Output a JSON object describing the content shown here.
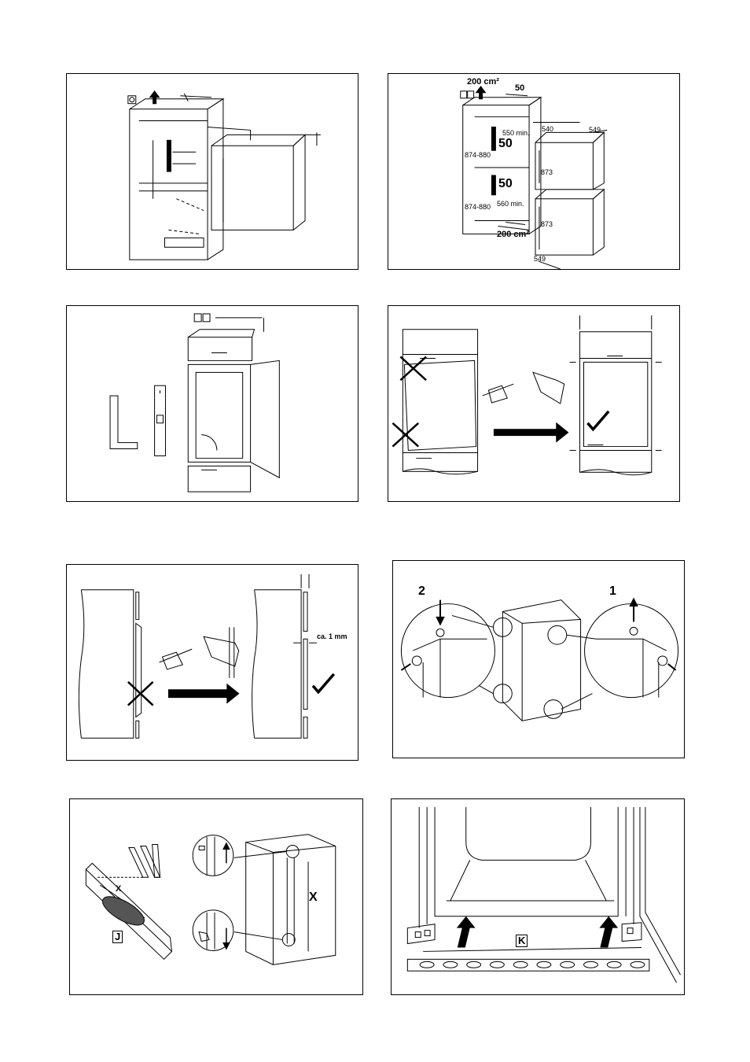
{
  "panels": {
    "p2": {
      "vent_top": "200 cm²",
      "vent_bottom": "200 cm²",
      "gap_top": "50",
      "gap_mid1": "50",
      "gap_mid2": "50",
      "min_top": "550 min.",
      "min_bottom": "560 min.",
      "height_upper": "874-880",
      "height_lower": "874-880",
      "depth_top": "540",
      "width_top": "549",
      "width_bottom": "549",
      "unit_upper": "873",
      "unit_lower": "873"
    },
    "p5": {
      "gap": "ca. 1 mm"
    },
    "p6": {
      "step_left": "2",
      "step_right": "1"
    },
    "p7": {
      "dim_x_left": "X",
      "dim_x_right": "X",
      "marker": "J"
    },
    "p8": {
      "marker": "K"
    }
  }
}
